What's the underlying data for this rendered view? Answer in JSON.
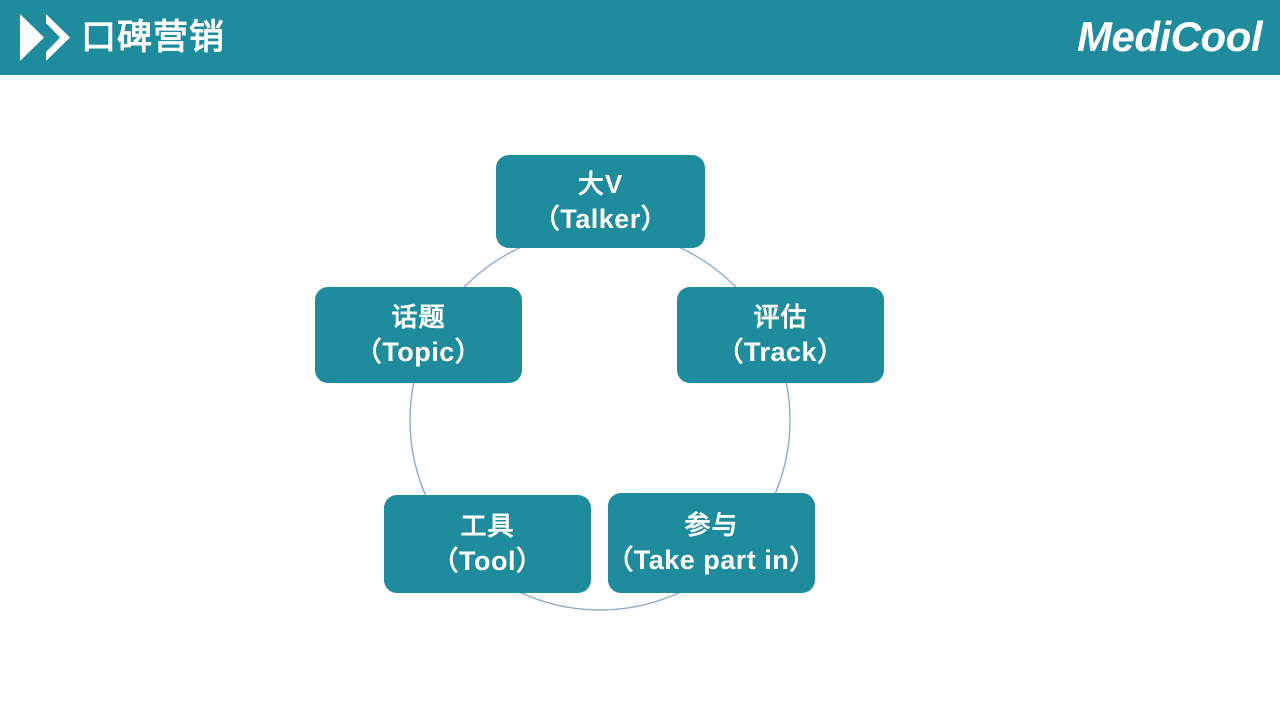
{
  "header": {
    "title": "口碑营销",
    "brand_icon": "play-triangles-logo",
    "company_logo_text": "MediCool",
    "background_color": "#1E8C9C",
    "text_color": "#FFFFFF"
  },
  "diagram": {
    "type": "cycle",
    "arc_color": "#8FAAC4",
    "node_fill_color": "#1E8C9C",
    "node_text_color": "#FFFFFF",
    "nodes": [
      {
        "id": "talker",
        "cn": "大V",
        "en": "（Talker）",
        "position": "top"
      },
      {
        "id": "track",
        "cn": "评估",
        "en": "（Track）",
        "position": "right"
      },
      {
        "id": "takepartin",
        "cn": "参与",
        "en": "（Take part in）",
        "position": "bottom-right"
      },
      {
        "id": "tool",
        "cn": "工具",
        "en": "（Tool）",
        "position": "bottom-left"
      },
      {
        "id": "topic",
        "cn": "话题",
        "en": "（Topic）",
        "position": "left"
      }
    ]
  }
}
